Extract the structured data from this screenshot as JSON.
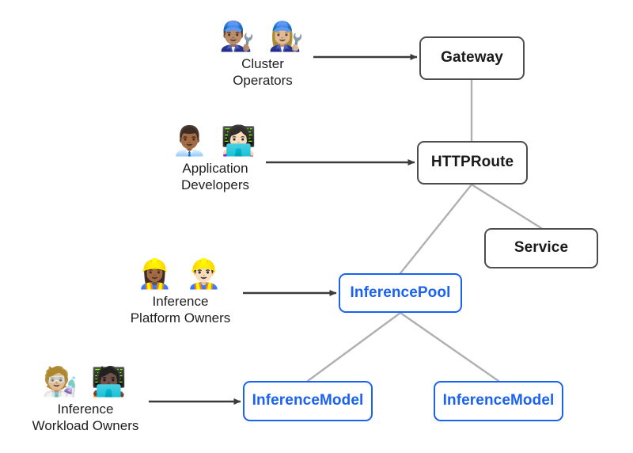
{
  "diagram": {
    "title": "Gateway API Inference Extension personas and resources",
    "background": "#ffffff",
    "colors": {
      "core_border": "#4d4d4d",
      "core_text": "#1a1a1a",
      "extension_border": "#1a62ef",
      "extension_text": "#1a62ef",
      "relationship_line": "#b0b0b0",
      "arrow": "#3b3b3b",
      "persona_text": "#1f1f1f"
    },
    "personas": [
      {
        "id": "cluster-operators",
        "icons": "👨🏽‍🔧 👩🏼‍🔧",
        "icon_names": "mechanic-man-icon mechanic-woman-icon",
        "label": "Cluster\nOperators",
        "manages": "Gateway"
      },
      {
        "id": "application-developers",
        "icons": "👨🏾‍💼 👩🏻‍💻",
        "icon_names": "office-worker-man-icon technologist-woman-icon",
        "label": "Application\nDevelopers",
        "manages": "HTTPRoute"
      },
      {
        "id": "inference-platform-owners",
        "icons": "👷🏾‍♀️ 👷🏻‍♂️",
        "icon_names": "construction-worker-woman-icon construction-worker-man-icon",
        "label": "Inference\nPlatform Owners",
        "manages": "InferencePool"
      },
      {
        "id": "inference-workload-owners",
        "icons": "🧑🏼‍🔬 🧑🏿‍💻",
        "icon_names": "scientist-icon technologist-icon",
        "label": "Inference\nWorkload Owners",
        "manages": "InferenceModel"
      }
    ],
    "nodes": [
      {
        "id": "gateway",
        "label": "Gateway",
        "kind": "core"
      },
      {
        "id": "httproute",
        "label": "HTTPRoute",
        "kind": "core"
      },
      {
        "id": "service",
        "label": "Service",
        "kind": "core"
      },
      {
        "id": "inferencepool",
        "label": "InferencePool",
        "kind": "extension"
      },
      {
        "id": "inferencemodel-left",
        "label": "InferenceModel",
        "kind": "extension"
      },
      {
        "id": "inferencemodel-right",
        "label": "InferenceModel",
        "kind": "extension"
      }
    ],
    "edges": [
      {
        "from": "gateway",
        "to": "httproute",
        "style": "plain"
      },
      {
        "from": "httproute",
        "to": "inferencepool",
        "style": "plain"
      },
      {
        "from": "httproute",
        "to": "service",
        "style": "plain"
      },
      {
        "from": "inferencepool",
        "to": "inferencemodel-left",
        "style": "plain"
      },
      {
        "from": "inferencepool",
        "to": "inferencemodel-right",
        "style": "plain"
      }
    ],
    "arrows": [
      {
        "from": "cluster-operators",
        "to": "gateway"
      },
      {
        "from": "application-developers",
        "to": "httproute"
      },
      {
        "from": "inference-platform-owners",
        "to": "inferencepool"
      },
      {
        "from": "inference-workload-owners",
        "to": "inferencemodel-left"
      }
    ]
  }
}
